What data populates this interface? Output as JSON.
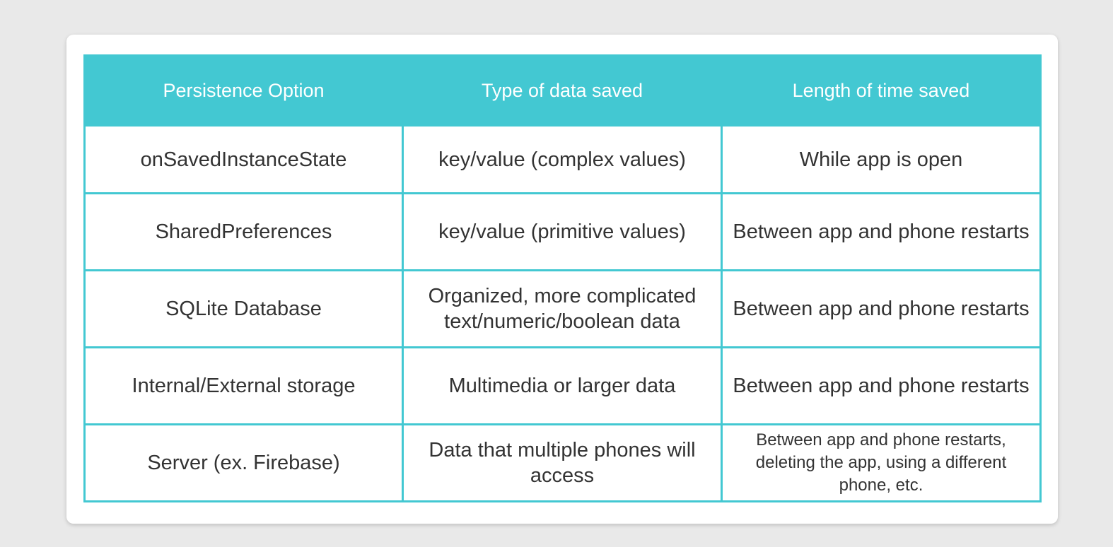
{
  "table": {
    "headers": [
      "Persistence Option",
      "Type of data saved",
      "Length of time saved"
    ],
    "rows": [
      [
        "onSavedInstanceState",
        "key/value (complex values)",
        "While app is open"
      ],
      [
        "SharedPreferences",
        "key/value (primitive values)",
        "Between app and phone restarts"
      ],
      [
        "SQLite Database",
        "Organized, more complicated text/numeric/boolean data",
        "Between app and phone restarts"
      ],
      [
        "Internal/External storage",
        "Multimedia or larger data",
        "Between app and phone restarts"
      ],
      [
        "Server (ex. Firebase)",
        "Data that multiple phones will access",
        "Between app and phone restarts, deleting the app, using a different phone, etc."
      ]
    ]
  },
  "colors": {
    "accent": "#43c8d2",
    "background": "#e9e9e9",
    "card": "#ffffff",
    "text": "#333333"
  }
}
